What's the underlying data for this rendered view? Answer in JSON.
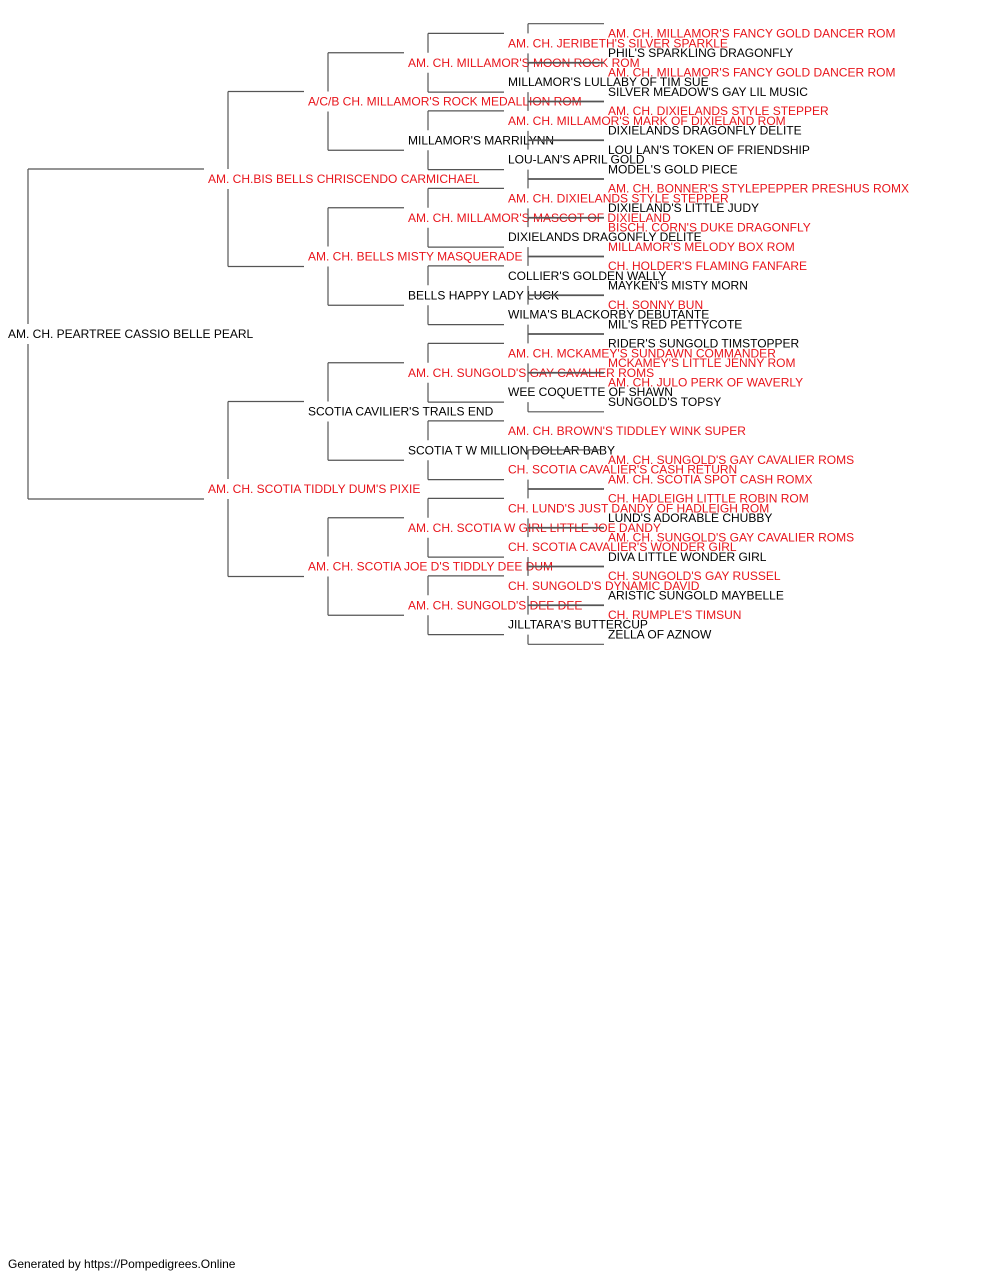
{
  "colors": {
    "champion": "#e8141b",
    "regular": "#000000",
    "line": "#555555"
  },
  "footer": "Generated by https://Pompedigrees.Online",
  "pedigree": {
    "name": "AM. CH. PEARTREE CASSIO BELLE PEARL",
    "champion": false,
    "sire": {
      "name": "AM. CH.BIS BELLS CHRISCENDO CARMICHAEL",
      "champion": true,
      "sire": {
        "name": "A/C/B CH. MILLAMOR'S ROCK MEDALLION ROM",
        "champion": true,
        "sire": {
          "name": "AM. CH. MILLAMOR'S MOON ROCK ROM",
          "champion": true,
          "sire": {
            "name": "AM. CH. JERIBETH'S SILVER SPARKLE",
            "champion": true,
            "sire": {
              "name": "AM. CH. MILLAMOR'S FANCY GOLD DANCER ROM",
              "champion": true
            },
            "dam": {
              "name": "PHIL'S SPARKLING DRAGONFLY",
              "champion": false
            }
          },
          "dam": {
            "name": "MILLAMOR'S LULLABY OF TIM SUE",
            "champion": false,
            "sire": {
              "name": "AM. CH. MILLAMOR'S FANCY GOLD DANCER ROM",
              "champion": true
            },
            "dam": {
              "name": "SILVER MEADOW'S GAY LIL MUSIC",
              "champion": false
            }
          }
        },
        "dam": {
          "name": "MILLAMOR'S MARRILYNN",
          "champion": false,
          "sire": {
            "name": "AM. CH. MILLAMOR'S MARK OF DIXIELAND ROM",
            "champion": true,
            "sire": {
              "name": "AM. CH. DIXIELANDS STYLE STEPPER",
              "champion": true
            },
            "dam": {
              "name": "DIXIELANDS DRAGONFLY DELITE",
              "champion": false
            }
          },
          "dam": {
            "name": "LOU-LAN'S APRIL GOLD",
            "champion": false,
            "sire": {
              "name": "LOU LAN'S TOKEN OF FRIENDSHIP",
              "champion": false
            },
            "dam": {
              "name": "MODEL'S GOLD PIECE",
              "champion": false
            }
          }
        }
      },
      "dam": {
        "name": "AM. CH. BELLS MISTY MASQUERADE",
        "champion": true,
        "sire": {
          "name": "AM. CH. MILLAMOR'S MASCOT OF DIXIELAND",
          "champion": true,
          "sire": {
            "name": "AM. CH. DIXIELANDS STYLE STEPPER",
            "champion": true,
            "sire": {
              "name": "AM. CH. BONNER'S STYLEPEPPER PRESHUS ROMX",
              "champion": true
            },
            "dam": {
              "name": "DIXIELAND'S LITTLE JUDY",
              "champion": false
            }
          },
          "dam": {
            "name": "DIXIELANDS DRAGONFLY DELITE",
            "champion": false,
            "sire": {
              "name": "BISCH. CORN'S DUKE DRAGONFLY",
              "champion": true
            },
            "dam": {
              "name": "MILLAMOR'S MELODY BOX ROM",
              "champion": true
            }
          }
        },
        "dam": {
          "name": "BELLS HAPPY LADY LUCK",
          "champion": false,
          "sire": {
            "name": "COLLIER'S GOLDEN WALLY",
            "champion": false,
            "sire": {
              "name": "CH. HOLDER'S FLAMING FANFARE",
              "champion": true
            },
            "dam": {
              "name": "MAYKEN'S MISTY MORN",
              "champion": false
            }
          },
          "dam": {
            "name": "WILMA'S BLACKORBY DEBUTANTE",
            "champion": false,
            "sire": {
              "name": "CH. SONNY BUN",
              "champion": true
            },
            "dam": {
              "name": "MIL'S RED PETTYCOTE",
              "champion": false
            }
          }
        }
      }
    },
    "dam": {
      "name": "AM. CH. SCOTIA TIDDLY DUM'S PIXIE",
      "champion": true,
      "sire": {
        "name": "SCOTIA CAVILIER'S TRAILS END",
        "champion": false,
        "sire": {
          "name": "AM. CH. SUNGOLD'S GAY CAVALIER ROMS",
          "champion": true,
          "sire": {
            "name": "AM. CH. MCKAMEY'S SUNDAWN COMMANDER",
            "champion": true,
            "sire": {
              "name": "RIDER'S SUNGOLD TIMSTOPPER",
              "champion": false
            },
            "dam": {
              "name": "MCKAMEY'S LITTLE JENNY ROM",
              "champion": true
            }
          },
          "dam": {
            "name": "WEE COQUETTE OF SHAWN",
            "champion": false,
            "sire": {
              "name": "AM. CH. JULO PERK OF WAVERLY",
              "champion": true
            },
            "dam": {
              "name": "SUNGOLD'S TOPSY",
              "champion": false
            }
          }
        },
        "dam": {
          "name": "SCOTIA T W MILLION DOLLAR BABY",
          "champion": false,
          "sire": {
            "name": "AM. CH. BROWN'S TIDDLEY WINK SUPER",
            "champion": true
          },
          "dam": {
            "name": "CH. SCOTIA CAVALIER'S CASH RETURN",
            "champion": true,
            "sire": {
              "name": "AM. CH. SUNGOLD'S GAY CAVALIER ROMS",
              "champion": true
            },
            "dam": {
              "name": "AM. CH. SCOTIA SPOT CASH ROMX",
              "champion": true
            }
          }
        }
      },
      "dam": {
        "name": "AM. CH. SCOTIA JOE D'S TIDDLY DEE DUM",
        "champion": true,
        "sire": {
          "name": "AM. CH. SCOTIA W GIRL LITTLE JOE DANDY",
          "champion": true,
          "sire": {
            "name": "CH. LUND'S JUST DANDY OF HADLEIGH ROM",
            "champion": true,
            "sire": {
              "name": "CH. HADLEIGH LITTLE ROBIN ROM",
              "champion": true
            },
            "dam": {
              "name": "LUND'S ADORABLE CHUBBY",
              "champion": false
            }
          },
          "dam": {
            "name": "CH. SCOTIA CAVALIER'S WONDER GIRL",
            "champion": true,
            "sire": {
              "name": "AM. CH. SUNGOLD'S GAY CAVALIER ROMS",
              "champion": true
            },
            "dam": {
              "name": "DIVA LITTLE WONDER GIRL",
              "champion": false
            }
          }
        },
        "dam": {
          "name": "AM. CH. SUNGOLD'S DEE DEE",
          "champion": true,
          "sire": {
            "name": "CH. SUNGOLD'S DYNAMIC DAVID",
            "champion": true,
            "sire": {
              "name": "CH. SUNGOLD'S GAY RUSSEL",
              "champion": true
            },
            "dam": {
              "name": "ARISTIC SUNGOLD MAYBELLE",
              "champion": false
            }
          },
          "dam": {
            "name": "JILLTARA'S BUTTERCUP",
            "champion": false,
            "sire": {
              "name": "CH. RUMPLE'S TIMSUN",
              "champion": true
            },
            "dam": {
              "name": "ZELLA OF AZNOW",
              "champion": false
            }
          }
        }
      }
    }
  }
}
